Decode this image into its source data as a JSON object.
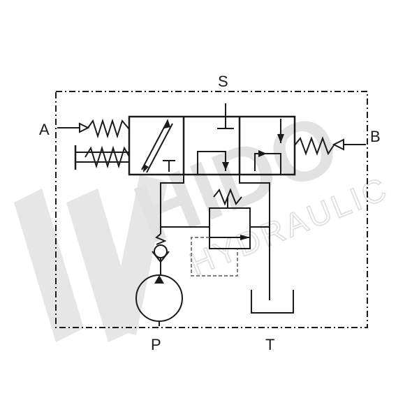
{
  "watermark": {
    "brand": "HIDO",
    "sub": "HYDRAULIC"
  },
  "ports": {
    "A": "A",
    "B": "B",
    "S": "S",
    "P": "P",
    "T": "T"
  },
  "colors": {
    "line": "#1a1a1a",
    "watermark": "#e2e2e2",
    "background": "#ffffff"
  }
}
